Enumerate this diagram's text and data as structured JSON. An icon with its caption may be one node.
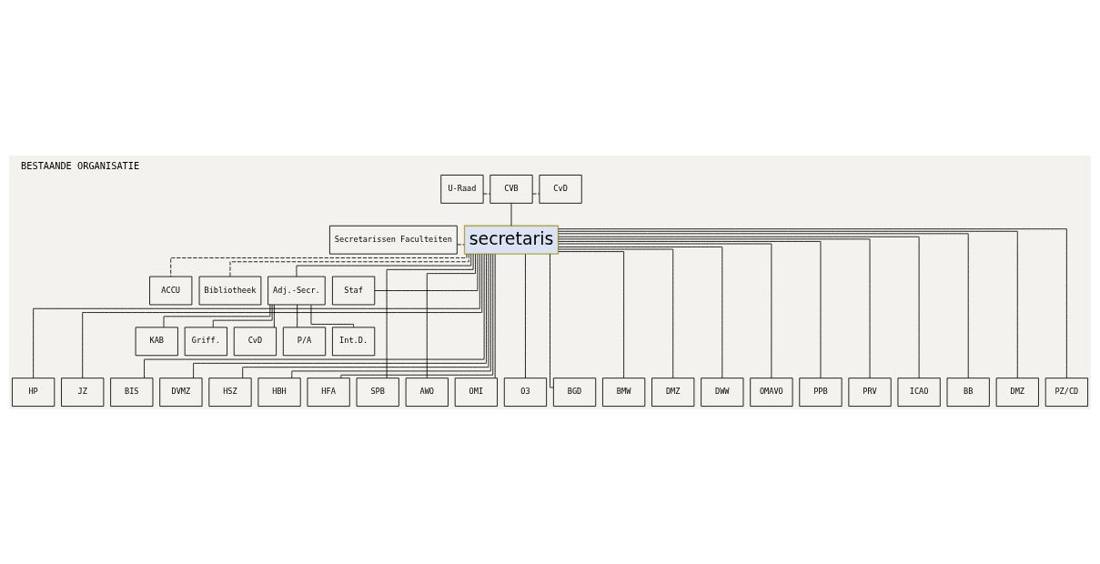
{
  "diagram": {
    "title": "BESTAANDE ORGANISATIE",
    "nodes": [
      {
        "text": [
          "U-Raad"
        ]
      },
      {
        "text": [
          "CVB"
        ]
      },
      {
        "text": [
          "CvD"
        ]
      },
      {
        "text": [
          "Secretarissen Faculteiten"
        ]
      },
      {
        "text": [
          "secretaris"
        ]
      },
      {
        "text": [
          "ACCU"
        ]
      },
      {
        "text": [
          "Bibliotheek"
        ]
      },
      {
        "text": [
          "Staf"
        ]
      },
      {
        "text": [
          "Adj.-Secr."
        ]
      },
      {
        "text": [
          "KAB"
        ]
      },
      {
        "text": [
          "Griff."
        ]
      },
      {
        "text": [
          "CvD"
        ]
      },
      {
        "text": [
          "P/A"
        ]
      },
      {
        "text": [
          "Int.D."
        ]
      },
      {
        "text": [
          "HP"
        ]
      },
      {
        "text": [
          "JZ"
        ]
      },
      {
        "text": [
          "BIS"
        ]
      },
      {
        "text": [
          "DVMZ"
        ]
      },
      {
        "text": [
          "HSZ"
        ]
      },
      {
        "text": [
          "HBH"
        ]
      },
      {
        "text": [
          "HFA"
        ]
      },
      {
        "text": [
          "SPB"
        ]
      },
      {
        "text": [
          "AWO"
        ]
      },
      {
        "text": [
          "OMI"
        ]
      },
      {
        "text": [
          "O3"
        ]
      },
      {
        "text": [
          "BGD"
        ]
      },
      {
        "text": [
          "BMW"
        ]
      },
      {
        "text": [
          "DMZ"
        ]
      },
      {
        "text": [
          "DWW"
        ]
      },
      {
        "text": [
          "OMAVO"
        ]
      },
      {
        "text": [
          "PPB"
        ]
      },
      {
        "text": [
          "PRV"
        ]
      },
      {
        "text": [
          "ICAO"
        ]
      },
      {
        "text": [
          "BB"
        ]
      },
      {
        "text": [
          "DMZ"
        ]
      },
      {
        "text": [
          "PZ/CD"
        ]
      }
    ],
    "edges": [
      {
        "from": 0,
        "to": 1,
        "arrow": "none",
        "style": "dashed"
      },
      {
        "from": 1,
        "to": 2,
        "arrow": "none",
        "style": "dashed"
      },
      {
        "from": 1,
        "to": 4,
        "arrow": "none"
      },
      {
        "from": 3,
        "to": 4,
        "arrow": "none",
        "style": "dashed"
      },
      {
        "from": 4,
        "to": 5,
        "arrow": "none",
        "style": "dashed"
      },
      {
        "from": 4,
        "to": 6,
        "arrow": "none",
        "style": "dashed"
      },
      {
        "from": 4,
        "to": 7,
        "arrow": "none"
      },
      {
        "from": 4,
        "to": 8,
        "arrow": "none"
      },
      {
        "from": 8,
        "to": 9,
        "arrow": "none"
      },
      {
        "from": 8,
        "to": 10,
        "arrow": "none"
      },
      {
        "from": 8,
        "to": 11,
        "arrow": "none"
      },
      {
        "from": 8,
        "to": 12,
        "arrow": "none"
      },
      {
        "from": 8,
        "to": 13,
        "arrow": "none"
      },
      {
        "from": 4,
        "to": 14,
        "arrow": "none"
      },
      {
        "from": 4,
        "to": 15,
        "arrow": "none"
      },
      {
        "from": 4,
        "to": 16,
        "arrow": "none"
      },
      {
        "from": 4,
        "to": 17,
        "arrow": "none"
      },
      {
        "from": 4,
        "to": 18,
        "arrow": "none"
      },
      {
        "from": 4,
        "to": 19,
        "arrow": "none"
      },
      {
        "from": 4,
        "to": 20,
        "arrow": "none"
      },
      {
        "from": 4,
        "to": 21,
        "arrow": "none"
      },
      {
        "from": 4,
        "to": 22,
        "arrow": "none"
      },
      {
        "from": 4,
        "to": 23,
        "arrow": "none"
      },
      {
        "from": 4,
        "to": 24,
        "arrow": "none"
      },
      {
        "from": 4,
        "to": 25,
        "arrow": "none"
      },
      {
        "from": 4,
        "to": 26,
        "arrow": "none"
      },
      {
        "from": 4,
        "to": 27,
        "arrow": "none"
      },
      {
        "from": 4,
        "to": 28,
        "arrow": "none"
      },
      {
        "from": 4,
        "to": 29,
        "arrow": "none"
      },
      {
        "from": 4,
        "to": 30,
        "arrow": "none"
      },
      {
        "from": 4,
        "to": 31,
        "arrow": "none"
      },
      {
        "from": 4,
        "to": 32,
        "arrow": "none"
      },
      {
        "from": 4,
        "to": 33,
        "arrow": "none"
      },
      {
        "from": 4,
        "to": 34,
        "arrow": "none"
      },
      {
        "from": 4,
        "to": 35,
        "arrow": "none"
      }
    ]
  }
}
